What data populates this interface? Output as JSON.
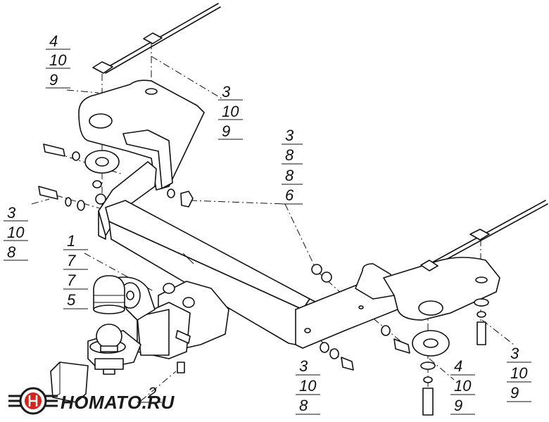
{
  "callouts": [
    {
      "id": "c1",
      "values": [
        "4",
        "10",
        "9"
      ]
    },
    {
      "id": "c2",
      "values": [
        "3",
        "10",
        "9"
      ]
    },
    {
      "id": "c3",
      "values": [
        "3",
        "8",
        "8",
        "6"
      ]
    },
    {
      "id": "c4",
      "values": [
        "3",
        "10",
        "8"
      ]
    },
    {
      "id": "c5",
      "values": [
        "1",
        "7",
        "7",
        "5"
      ]
    },
    {
      "id": "c6",
      "values": [
        "2"
      ]
    },
    {
      "id": "c7",
      "values": [
        "3",
        "10",
        "8"
      ]
    },
    {
      "id": "c8",
      "values": [
        "4",
        "10",
        "9"
      ]
    },
    {
      "id": "c9",
      "values": [
        "3",
        "10",
        "9"
      ]
    }
  ],
  "logo": {
    "text": "НОМАТО.RU"
  },
  "colors": {
    "ink": "#111111",
    "logo_red": "#d4251c"
  }
}
